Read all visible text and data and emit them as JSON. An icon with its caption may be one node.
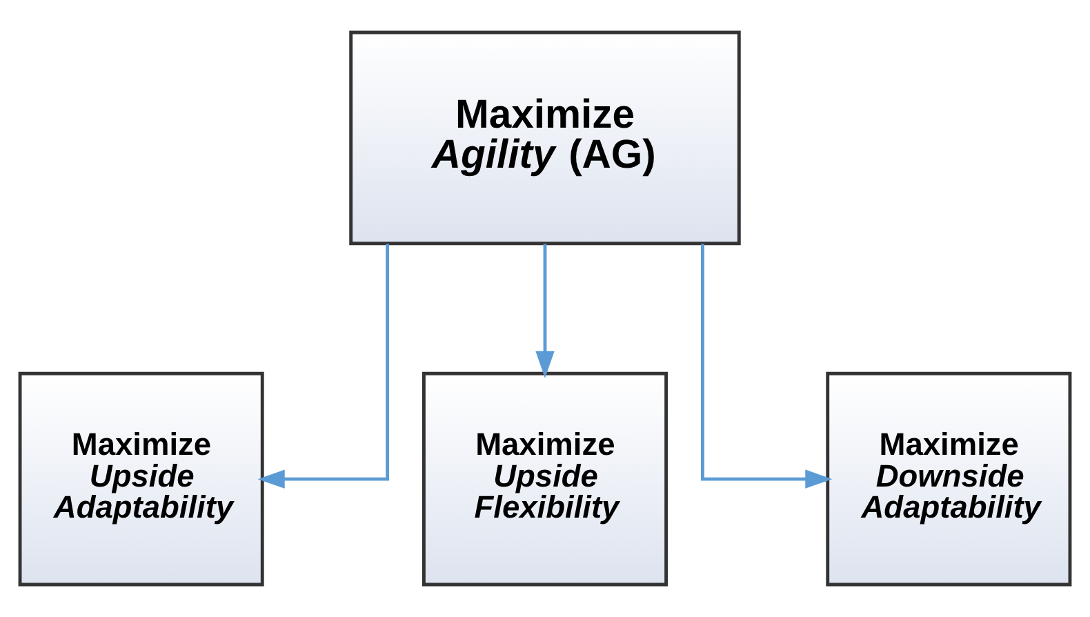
{
  "diagram": {
    "nodes": [
      {
        "text": [
          "Maximize",
          "*Agility* (AG)"
        ]
      },
      {
        "text": [
          "Maximize",
          "*Upside Adaptability*"
        ]
      },
      {
        "text": [
          "Maximize",
          "*Upside Flexibility*"
        ]
      },
      {
        "text": [
          "Maximize",
          "*Downside Adaptability*"
        ]
      }
    ],
    "edges": [
      {
        "from": 0,
        "to": 1,
        "arrow": "to"
      },
      {
        "from": 0,
        "to": 2,
        "arrow": "to"
      },
      {
        "from": 0,
        "to": 3,
        "arrow": "to"
      }
    ]
  }
}
